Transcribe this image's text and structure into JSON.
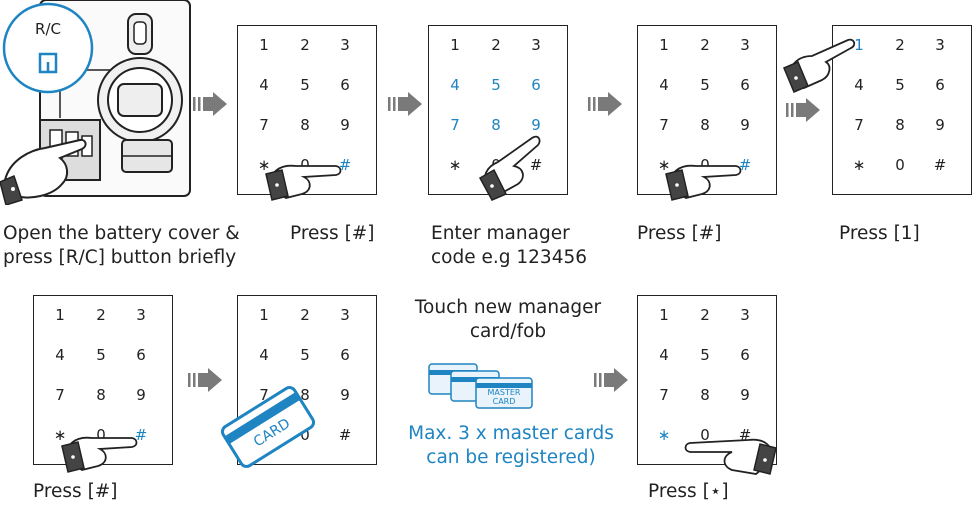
{
  "keys": [
    "1",
    "2",
    "3",
    "4",
    "5",
    "6",
    "7",
    "8",
    "9",
    "*",
    "0",
    "#"
  ],
  "star_glyph": "∗",
  "rc_label": "R/C",
  "card_label": "CARD",
  "master_card_label": "MASTER\nCARD",
  "captions": {
    "step1": "Open the battery cover &\npress [R/C] button briefly",
    "step2": "Press [#]",
    "step3": "Enter manager\ncode e.g 123456",
    "step4": "Press [#]",
    "step5": "Press [1]",
    "step6": "Press [#]",
    "step7": "Touch new manager\ncard/fob",
    "step7_note": "Max. 3 x master cards\ncan be registered)",
    "step8": "Press [⋆]"
  },
  "colors": {
    "accent": "#1e84c2",
    "ink": "#222222",
    "arrow": "#7a7a7a"
  }
}
